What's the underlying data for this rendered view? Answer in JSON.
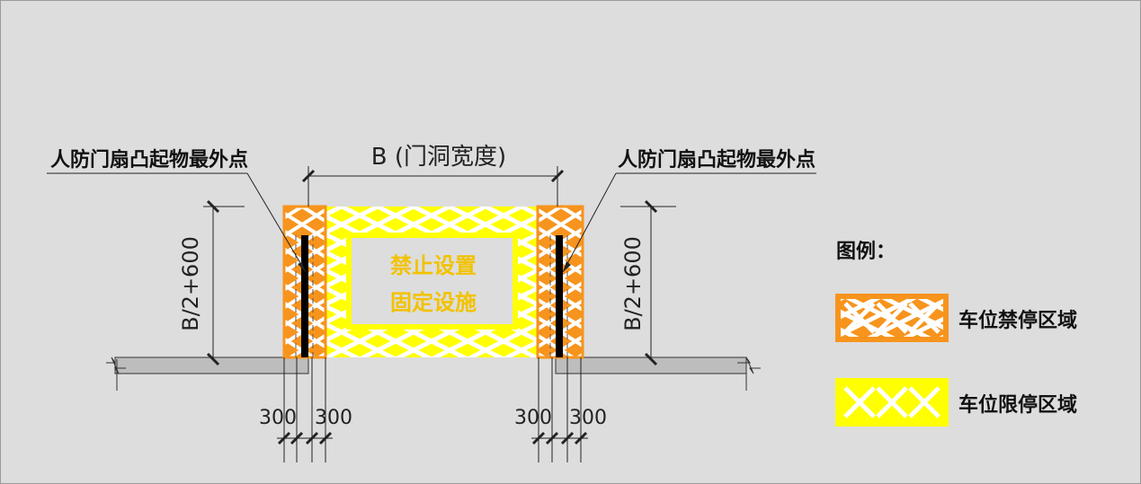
{
  "callouts": {
    "left": "人防门扇凸起物最外点",
    "right": "人防门扇凸起物最外点"
  },
  "door_width_label": "B (门洞宽度)",
  "height_labels": {
    "left": "B/2+600",
    "right": "B/2+600"
  },
  "center_text": {
    "line1": "禁止设置",
    "line2": "固定设施"
  },
  "dims": {
    "left": [
      "300",
      "300"
    ],
    "right": [
      "300",
      "300"
    ]
  },
  "legend": {
    "title": "图例：",
    "items": [
      {
        "label": "车位禁停区域",
        "color": "#f7941d"
      },
      {
        "label": "车位限停区域",
        "color": "#ffff00"
      }
    ]
  },
  "colors": {
    "background": "#dddddd",
    "no_parking_zone": "#f7941d",
    "limited_parking_zone": "#ffff00",
    "center_text": "#f2c200",
    "wall": "#bdbdbd"
  }
}
